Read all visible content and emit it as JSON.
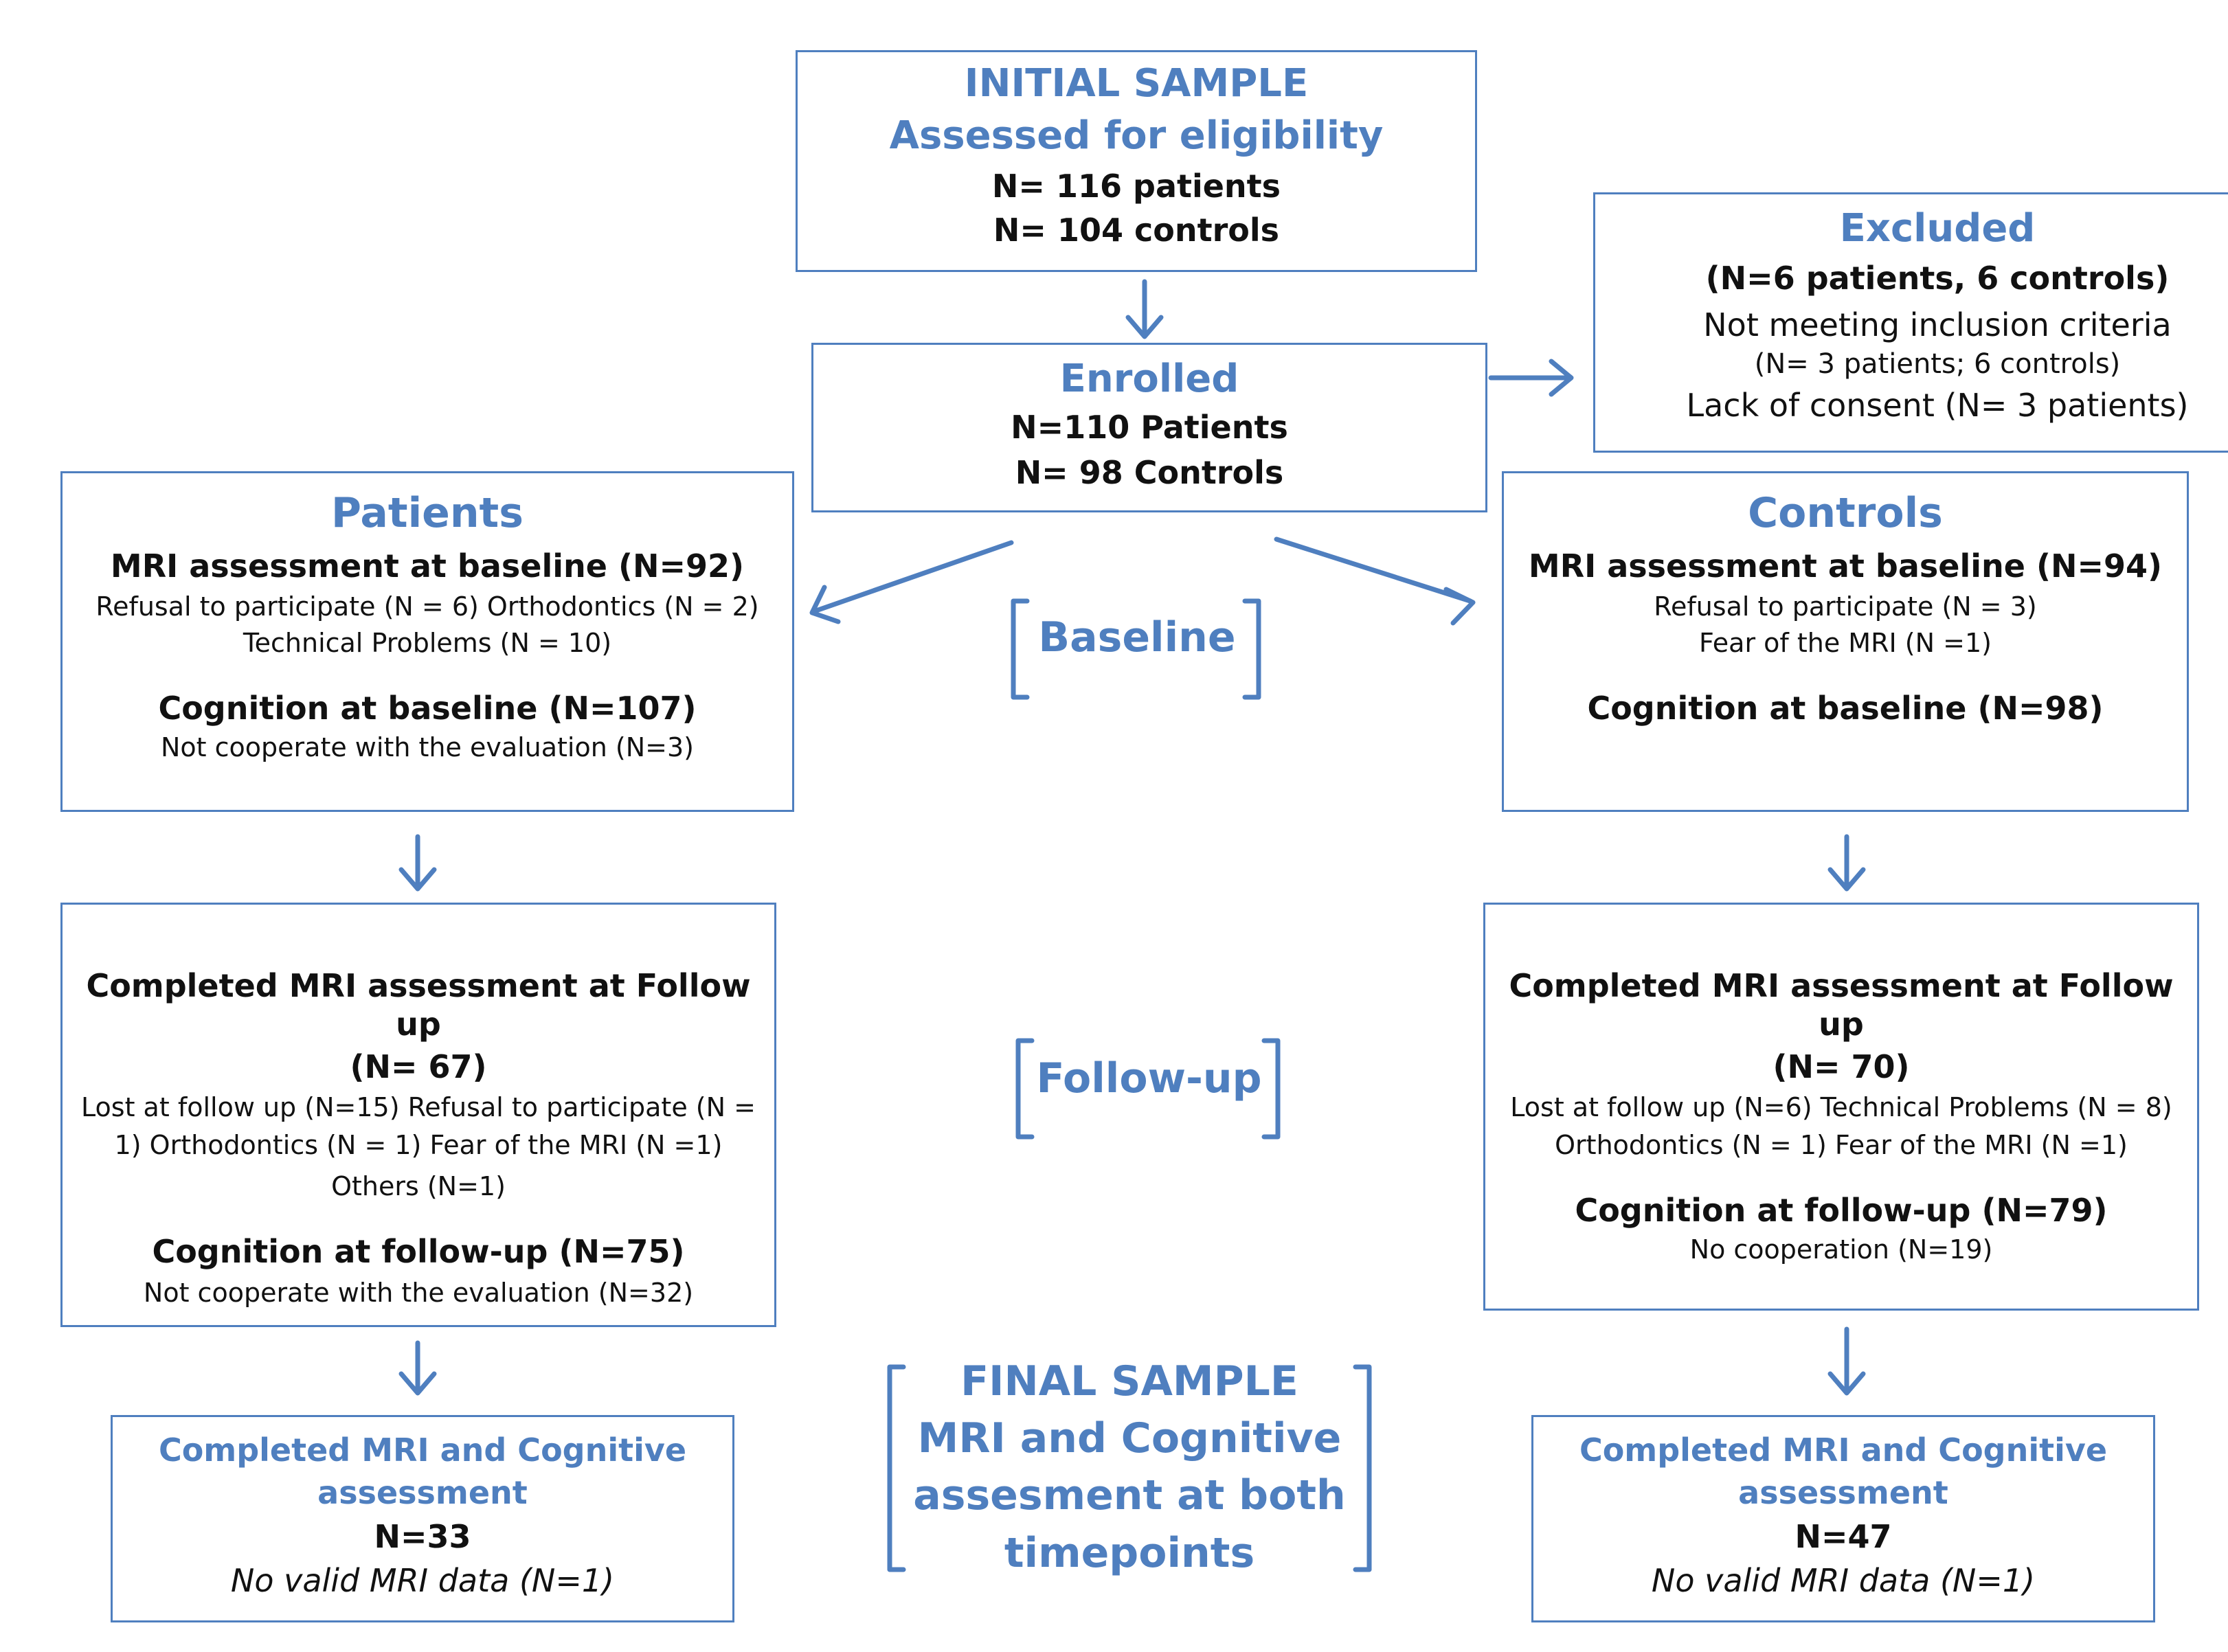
{
  "initial": {
    "title": "INITIAL SAMPLE",
    "subtitle": "Assessed for eligibility",
    "patients": "N= 116 patients",
    "controls": "N= 104 controls"
  },
  "enrolled": {
    "title": "Enrolled",
    "patients": "N=110 Patients",
    "controls": "N= 98 Controls"
  },
  "excluded": {
    "title": "Excluded",
    "summary": "(N=6 patients, 6 controls)",
    "reason1": "Not meeting inclusion criteria",
    "reason1_detail": "(N= 3 patients; 6 controls)",
    "reason2": "Lack of consent (N= 3 patients)"
  },
  "patients_baseline": {
    "title": "Patients",
    "mri": "MRI assessment at baseline (N=92)",
    "mri_reason1": "Refusal to participate (N = 6) Orthodontics (N = 2)",
    "mri_reason2": "Technical Problems (N = 10)",
    "cognition": "Cognition at baseline (N=107)",
    "cognition_reason": "Not cooperate with the evaluation (N=3)"
  },
  "controls_baseline": {
    "title": "Controls",
    "mri": "MRI assessment at baseline (N=94)",
    "mri_reason1": "Refusal to participate (N = 3)",
    "mri_reason2": "Fear of the MRI (N =1)",
    "cognition": "Cognition at baseline (N=98)"
  },
  "patients_followup": {
    "mri_line1": "Completed MRI assessment at Follow up",
    "mri_line2": "(N= 67)",
    "reason1": "Lost at follow up (N=15) Refusal to participate (N =",
    "reason2": "1) Orthodontics (N = 1) Fear of the MRI (N =1)",
    "reason3": "Others (N=1)",
    "cognition": "Cognition at follow-up (N=75)",
    "cognition_reason": "Not cooperate with the evaluation (N=32)"
  },
  "controls_followup": {
    "mri_line1": "Completed MRI assessment at Follow up",
    "mri_line2": "(N= 70)",
    "reason1": "Lost at follow up (N=6) Technical Problems (N = 8)",
    "reason2": "Orthodontics (N = 1)  Fear of the MRI (N =1)",
    "cognition": "Cognition at follow-up (N=79)",
    "cognition_reason": "No cooperation (N=19)"
  },
  "patients_final": {
    "title1": "Completed MRI and Cognitive",
    "title2": "assessment",
    "n": "N=33",
    "note": "No valid MRI data (N=1)"
  },
  "controls_final": {
    "title1": "Completed MRI and Cognitive",
    "title2": "assessment",
    "n": "N=47",
    "note": "No valid MRI data (N=1)"
  },
  "stages": {
    "baseline": "Baseline",
    "followup": "Follow-up",
    "final1": "FINAL SAMPLE",
    "final2": "MRI and Cognitive",
    "final3": "assesment at both",
    "final4": "timepoints"
  },
  "colors": {
    "accent": "#4f7fbf",
    "text": "#111111"
  }
}
